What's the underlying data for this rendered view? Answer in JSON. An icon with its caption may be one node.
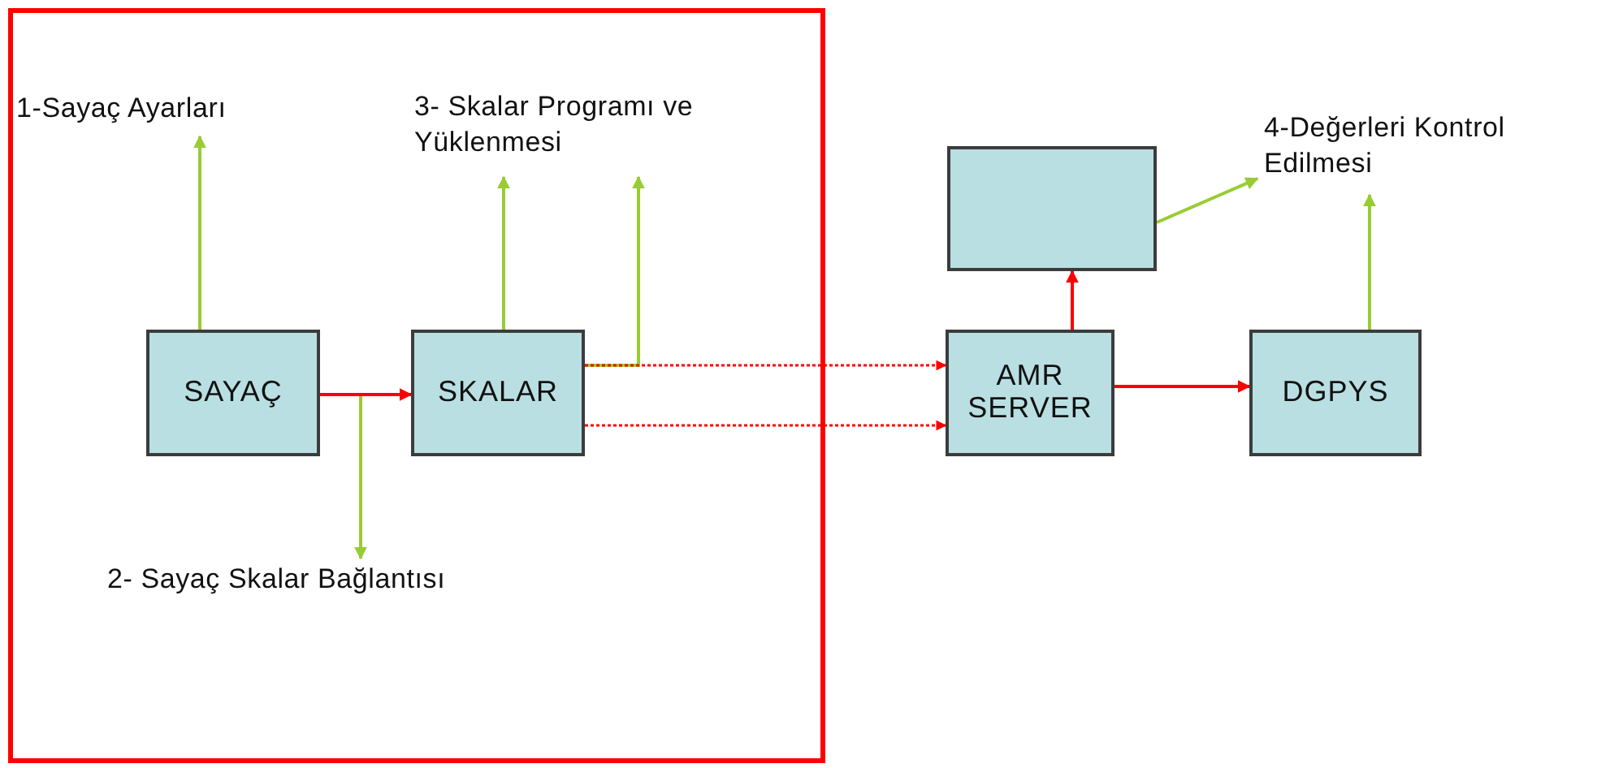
{
  "diagram": {
    "nodes": [
      {
        "text": [],
        "shape": "box"
      },
      {
        "text": [
          "1-Sayaç Ayarları"
        ],
        "in": 0
      },
      {
        "text": [
          "3- Skalar Programı ve Yüklenmesi"
        ],
        "in": 0
      },
      {
        "text": [
          "4-Değerleri Kontrol Edilmesi"
        ]
      },
      {
        "text": [],
        "shape": "box"
      },
      {
        "text": [
          "SAYAÇ"
        ],
        "in": 0
      },
      {
        "text": [
          "SKALAR"
        ],
        "in": 0
      },
      {
        "text": [
          "AMR SERVER"
        ]
      },
      {
        "text": [
          "DGPYS"
        ]
      },
      {
        "text": [
          "2- Sayaç Skalar Bağlantısı"
        ],
        "in": 0
      }
    ],
    "edges": [
      {
        "from": 5,
        "to": 1,
        "arrow": "to"
      },
      {
        "from": 6,
        "to": 2,
        "arrow": "to"
      },
      {
        "from": 6,
        "to": 2,
        "arrow": "to"
      },
      {
        "from": 5,
        "to": 9,
        "arrow": "to"
      },
      {
        "from": 5,
        "to": 6,
        "arrow": "to",
        "color": "#ff0000"
      },
      {
        "from": 6,
        "to": 7,
        "arrow": "to",
        "style": "dashed",
        "color": "#ff0000"
      },
      {
        "from": 6,
        "to": 7,
        "arrow": "to",
        "style": "dashed",
        "color": "#ff0000"
      },
      {
        "from": 7,
        "to": 4,
        "arrow": "to",
        "color": "#ff0000"
      },
      {
        "from": 7,
        "to": 8,
        "arrow": "to",
        "color": "#ff0000"
      },
      {
        "from": 4,
        "to": 3,
        "arrow": "to"
      },
      {
        "from": 8,
        "to": 3,
        "arrow": "to"
      }
    ]
  }
}
